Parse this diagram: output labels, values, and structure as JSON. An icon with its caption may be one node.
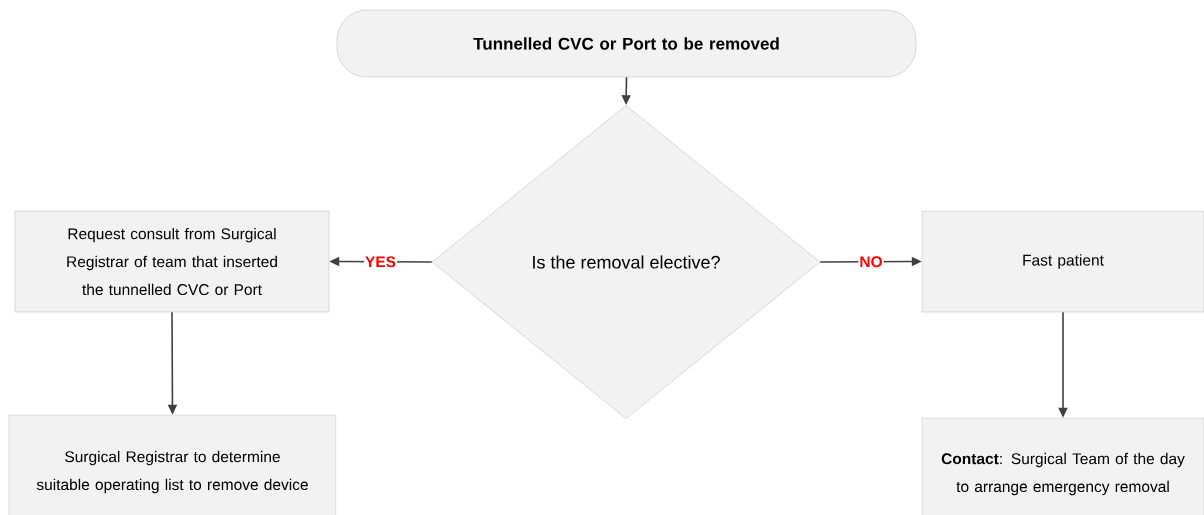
{
  "diagram": {
    "nodes": [
      {
        "text": [
          "Tunnelled CVC or Port to be removed"
        ]
      },
      {
        "text": [
          "Is the removal elective?"
        ]
      },
      {
        "text": [
          "Request consult from Surgical Registrar of team that inserted the tunnelled CVC or Port"
        ]
      },
      {
        "text": [
          "Fast patient"
        ]
      },
      {
        "text": [
          "Surgical Registrar to determine suitable operating list to remove device"
        ]
      },
      {
        "text": [
          "**Contact**: Surgical Team of the day to arrange emergency removal"
        ]
      }
    ],
    "edges": [
      {
        "from": 0,
        "to": 1,
        "arrow": "to"
      },
      {
        "from": 1,
        "to": 2,
        "arrow": "to",
        "label": "YES"
      },
      {
        "from": 1,
        "to": 3,
        "arrow": "to",
        "label": "NO"
      },
      {
        "from": 2,
        "to": 4,
        "arrow": "to"
      },
      {
        "from": 3,
        "to": 5,
        "arrow": "to"
      }
    ]
  }
}
